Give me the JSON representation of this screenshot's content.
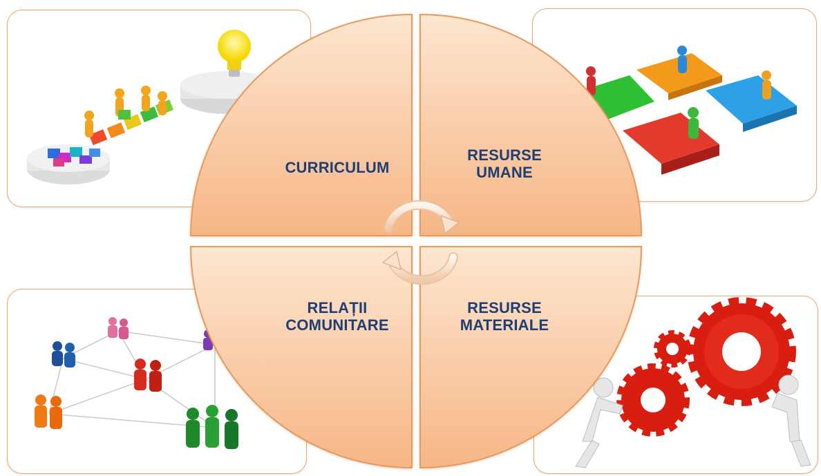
{
  "quadrants": {
    "top_left": {
      "label": "CURRICULUM"
    },
    "top_right": {
      "label_lines": [
        "RESURSE",
        "UMANE"
      ]
    },
    "bottom_left": {
      "label_lines": [
        "RELAȚII",
        "COMUNITARE"
      ]
    },
    "bottom_right": {
      "label_lines": [
        "RESURSE",
        "MATERIALE"
      ]
    }
  },
  "images": {
    "top_left": "team-building-puzzle-lightbulb-image",
    "top_right": "people-on-puzzle-pieces-image",
    "bottom_left": "social-network-people-image",
    "bottom_right": "people-pushing-gears-image"
  },
  "colors": {
    "wheel_fill_light": "#fde4cc",
    "wheel_fill_dark": "#f6b583",
    "wheel_stroke": "#e59a5e",
    "label_text": "#1f3e74",
    "card_border": "#f0a46a"
  },
  "icons": [
    "cycle-arrow-top-icon",
    "cycle-arrow-bottom-icon"
  ]
}
